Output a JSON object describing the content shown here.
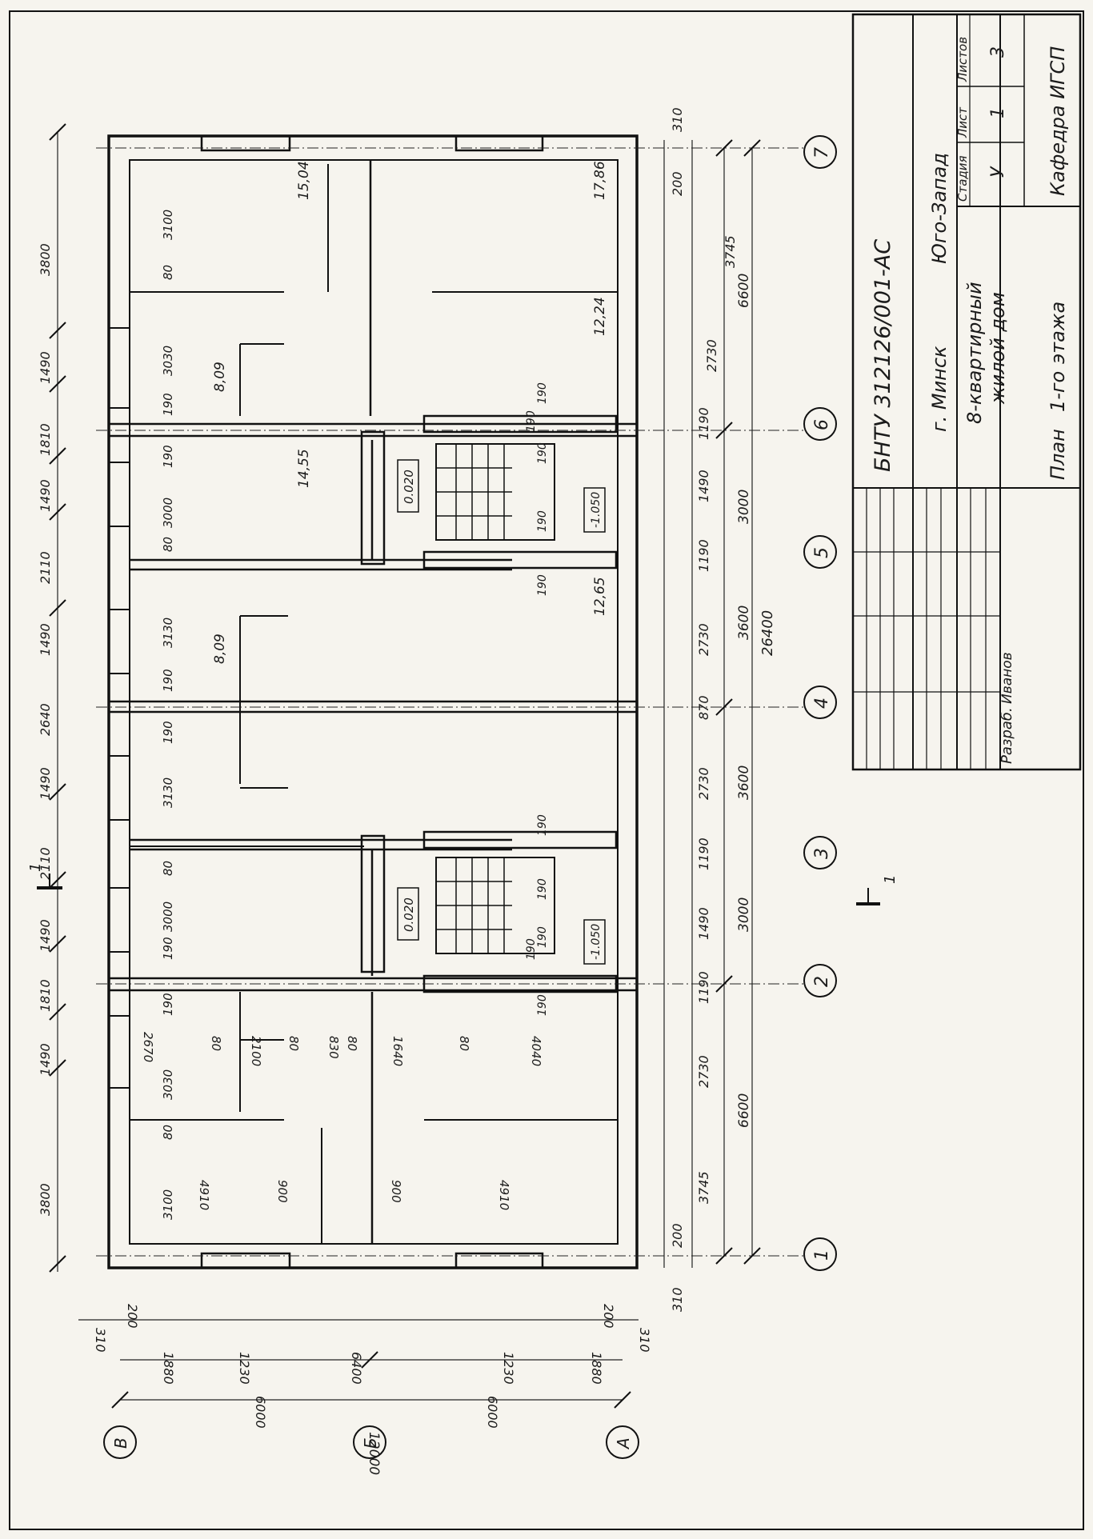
{
  "title_block": {
    "code": "БНТУ 312126/001-АС",
    "city": "г. Минск",
    "district": "Юго-Запад",
    "object_line1": "8-квартирный",
    "object_line2": "жилой дом",
    "sheet_title_prefix": "План",
    "sheet_title_floor": "1-го",
    "sheet_title_suffix": "этажа",
    "stage_header": "Стадия",
    "sheet_header": "Лист",
    "sheets_header": "Листов",
    "stage": "У",
    "sheet": "1",
    "sheets": "3",
    "organization": "Кафедра ИГСП",
    "developer_label": "Разраб.",
    "developer_name": "Иванов"
  },
  "axes_numeric": [
    "7",
    "6",
    "5",
    "4",
    "3",
    "2",
    "1"
  ],
  "axes_letter": [
    "В",
    "Б",
    "А"
  ],
  "section_mark": "1",
  "top_dims": [
    "3800",
    "1490",
    "1810",
    "1490",
    "2110",
    "1490",
    "2640",
    "1490",
    "2110",
    "1490",
    "1810",
    "1490",
    "3800"
  ],
  "bottom_dims_row1": [
    "310",
    "200",
    "3745",
    "2730",
    "1190",
    "1490",
    "1190",
    "2730",
    "870",
    "2730",
    "1190",
    "1490",
    "1190",
    "2730",
    "3745",
    "200",
    "310"
  ],
  "bottom_dims_row2": [
    "6600",
    "3000",
    "3600",
    "3600",
    "3000",
    "6600"
  ],
  "overall_length": "26400",
  "left_dims_upper": [
    "310",
    "200",
    "1880",
    "1230",
    "6400",
    "1230",
    "1880",
    "200",
    "310"
  ],
  "left_dims_lower": [
    "6000",
    "6000"
  ],
  "overall_width": "12000",
  "room_dims": [
    "3100",
    "80",
    "3030",
    "190",
    "190",
    "3000",
    "80",
    "3130",
    "190",
    "190",
    "3130",
    "80",
    "3000",
    "190",
    "190",
    "3030",
    "80",
    "3100"
  ],
  "inner_dims": [
    "2670",
    "80",
    "2100",
    "80",
    "830",
    "80",
    "1640",
    "80",
    "4040",
    "4910",
    "900",
    "900",
    "4910"
  ],
  "stair_dims": [
    "190",
    "190",
    "190",
    "190",
    "190",
    "190",
    "190",
    "190",
    "190",
    "190"
  ],
  "areas": [
    "15,04",
    "17,86",
    "8,09",
    "12,24",
    "14,55",
    "8,09",
    "12,65"
  ],
  "elevations": [
    "0.020",
    "0.020",
    "-1.050",
    "-1.050"
  ]
}
